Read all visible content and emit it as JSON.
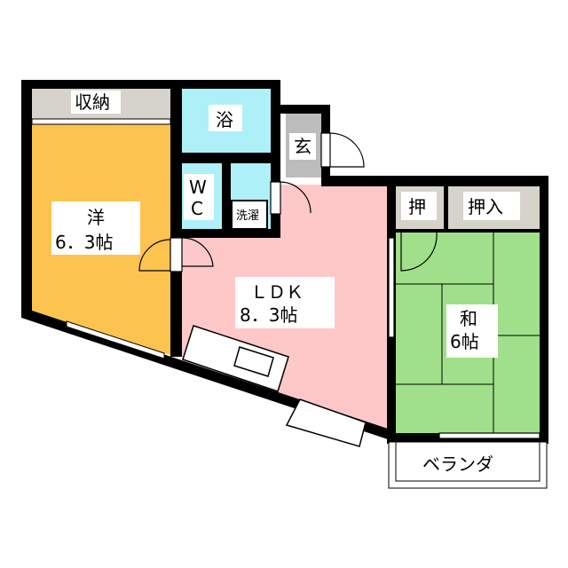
{
  "rooms": {
    "storage": "収納",
    "western_name": "洋",
    "western_size": "6．3帖",
    "bath": "浴",
    "entrance": "玄",
    "wc_w": "W",
    "wc_c": "C",
    "laundry": "洗濯",
    "ldk_name": "ＬＤＫ",
    "ldk_size": "8．3帖",
    "closet1": "押",
    "closet2": "押入",
    "japanese_name": "和",
    "japanese_size": "6帖",
    "balcony": "ベランダ"
  },
  "colors": {
    "western": "#fcc44e",
    "bath": "#aef0f8",
    "ldk": "#ffc8c8",
    "japanese": "#a0e08a",
    "storage": "#d6d3cb",
    "entrance": "#bcbcbc"
  }
}
